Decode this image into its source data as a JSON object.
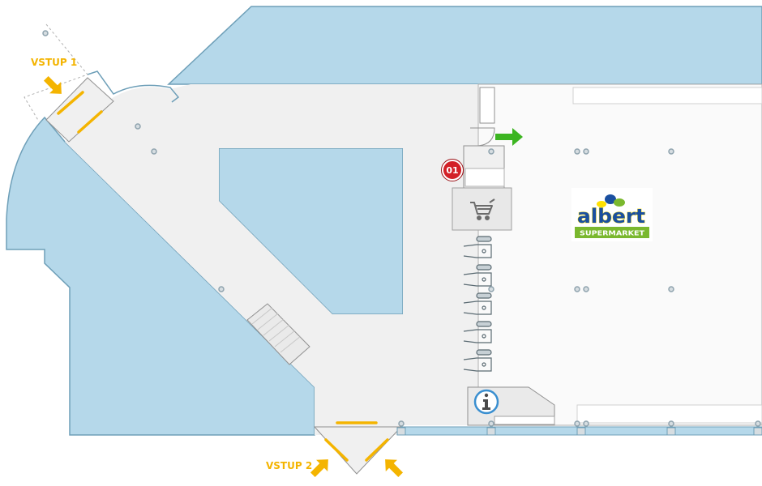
{
  "colors": {
    "outside": "#ffffff",
    "building": "#b5d8ea",
    "building_edge": "#6e9fb8",
    "corridor": "#f0f0f0",
    "store": "#fafafa",
    "line": "#909090",
    "pillar": "#8fa3ae",
    "entrance": "#f4b400",
    "exit_arrow": "#3cb521",
    "marker": "#d32027",
    "info": "#3a8fd0",
    "logo_blue": "#1a4fa0",
    "logo_green": "#7ab82e",
    "logo_yellow": "#ffe000"
  },
  "entrances": [
    {
      "label": "VSTUP 1"
    },
    {
      "label": "VSTUP 2"
    }
  ],
  "markers": [
    {
      "label": "01"
    }
  ],
  "store": {
    "name": "albert",
    "tagline": "SUPERMARKET"
  },
  "icons": {
    "cart": "shopping-cart-icon",
    "info": "info-icon",
    "exit": "arrow-right-icon",
    "entrance": "arrow-entrance-icon",
    "checkout": "checkout-counter-icon"
  }
}
